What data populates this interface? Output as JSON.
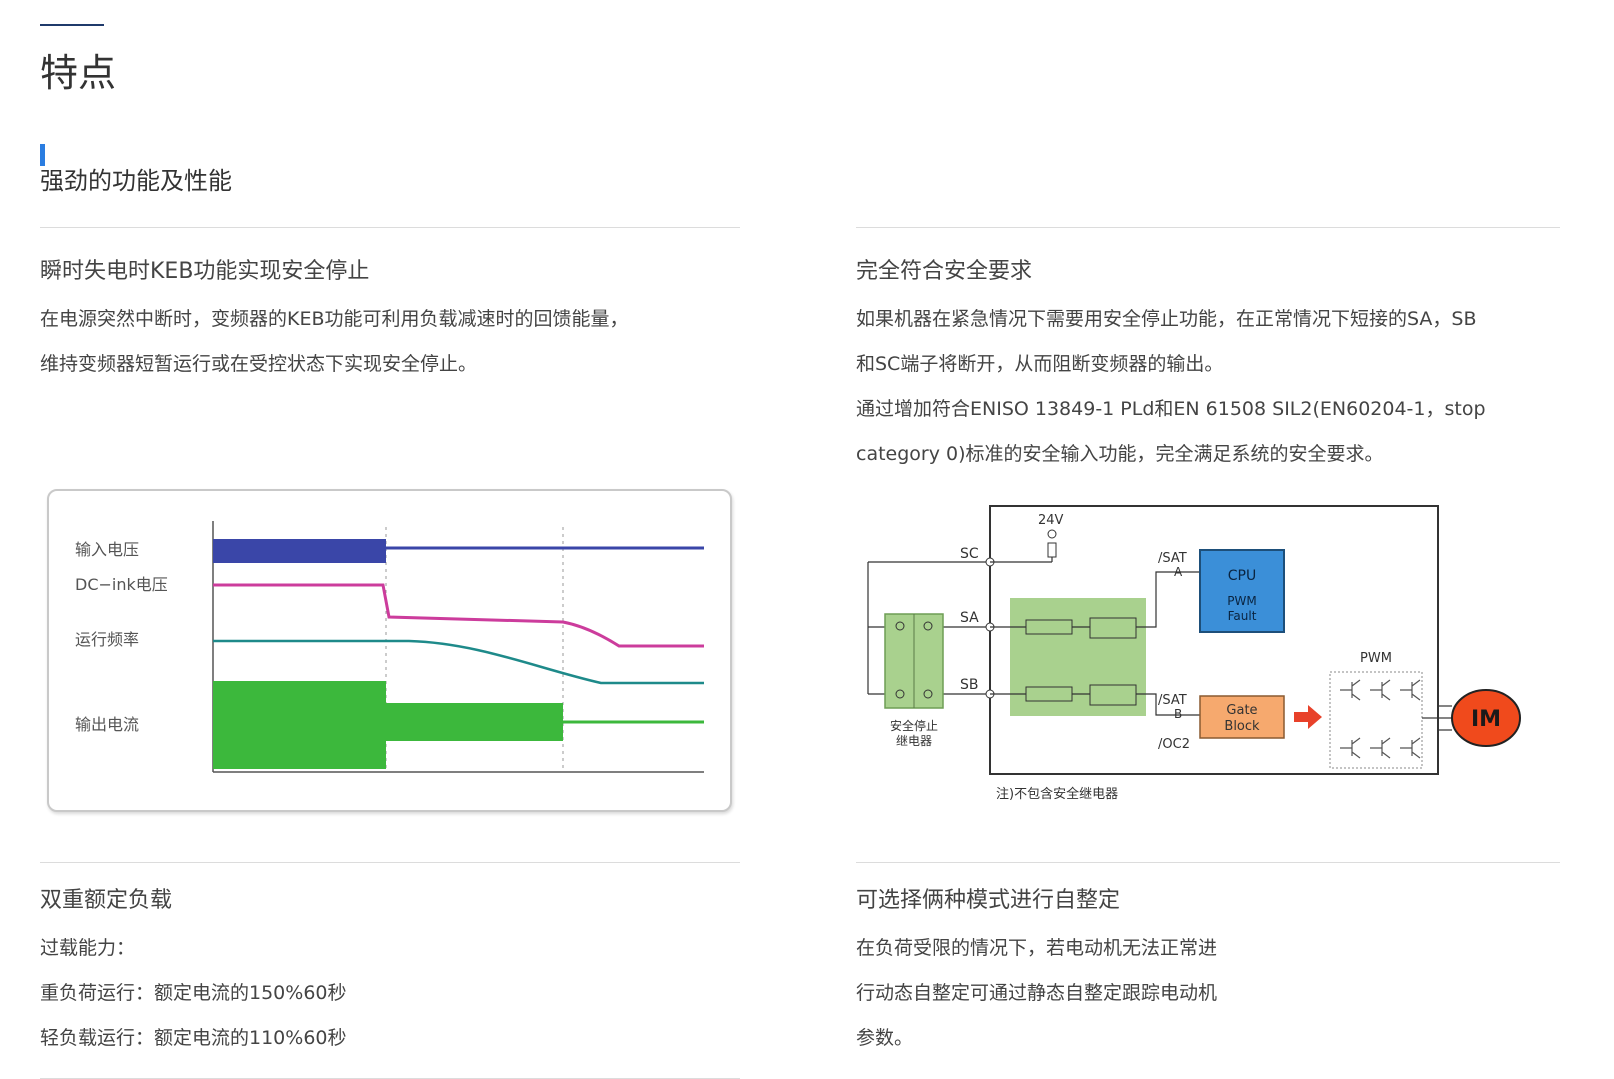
{
  "page": {
    "title": "特点"
  },
  "section": {
    "title": "强劲的功能及性能"
  },
  "features": {
    "keb": {
      "title": "瞬时失电时KEB功能实现安全停止",
      "lines": [
        "在电源突然中断时，变频器的KEB功能可利用负载减速时的回馈能量，",
        "维持变频器短暂运行或在受控状态下实现安全停止。"
      ]
    },
    "safety": {
      "title": "完全符合安全要求",
      "lines": [
        "如果机器在紧急情况下需要用安全停止功能，在正常情况下短接的SA，SB",
        "和SC端子将断开，从而阻断变频器的输出。",
        "通过增加符合ENISO 13849-1 PLd和EN 61508 SIL2(EN60204-1，stop",
        "category 0)标准的安全输入功能，完全满足系统的安全要求。"
      ]
    },
    "dual": {
      "title": "双重额定负载",
      "lines": [
        "过载能力：",
        "重负荷运行：额定电流的150%60秒",
        "轻负载运行：额定电流的110%60秒"
      ]
    },
    "autotune": {
      "title": "可选择俩种模式进行自整定",
      "lines": [
        "在负荷受限的情况下，若电动机无法正常进",
        "行动态自整定可通过静态自整定跟踪电动机",
        "参数。"
      ]
    }
  },
  "waveform": {
    "labels": {
      "input_voltage": "输入电压",
      "dc_link_voltage": "DC−ink电压",
      "run_frequency": "运行频率",
      "output_current": "输出电流"
    },
    "colors": {
      "input_voltage": "#3a46a8",
      "dc_link_voltage": "#cc3c9c",
      "run_frequency": "#1e8a8a",
      "output_current": "#3cb83c"
    }
  },
  "circuit": {
    "labels": {
      "v24": "24V",
      "sc": "SC",
      "sa": "SA",
      "sb": "SB",
      "sat_a": "/SAT",
      "a": "A",
      "sat_b": "/SAT",
      "b": "B",
      "oc2": "/OC2",
      "cpu": "CPU",
      "pwm_fault_1": "PWM",
      "pwm_fault_2": "Fault",
      "gate_1": "Gate",
      "gate_2": "Block",
      "pwm": "PWM",
      "im": "IM",
      "relay_1": "安全停止",
      "relay_2": "继电器",
      "note": "注)不包含安全继电器"
    },
    "colors": {
      "cpu": "#3b8fd8",
      "gate": "#f6a96e",
      "relay": "#a9d18e",
      "im": "#f04a1c",
      "arrow": "#e8412a"
    }
  }
}
